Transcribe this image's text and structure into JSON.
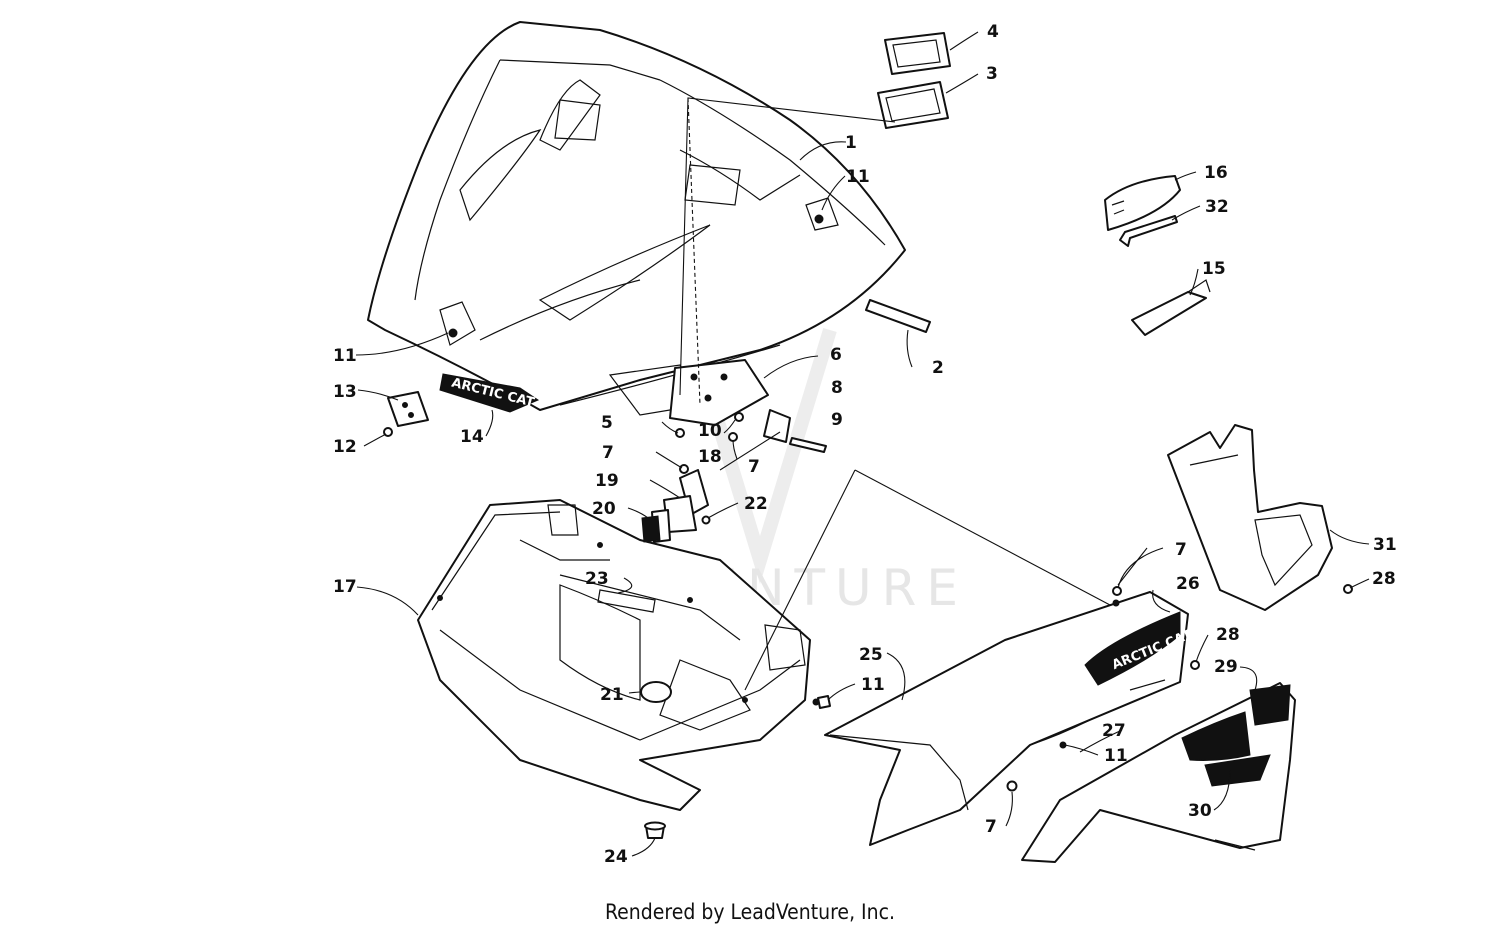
{
  "watermark": "LEADVENTURE",
  "footer": "Rendered by LeadVenture, Inc.",
  "decals": {
    "hood": "ARCTIC CAT",
    "side": "ARCTIC CAT"
  },
  "callouts": [
    "1",
    "2",
    "3",
    "4",
    "5",
    "6",
    "7",
    "7",
    "7",
    "7",
    "8",
    "9",
    "10",
    "11",
    "11",
    "11",
    "11",
    "12",
    "13",
    "14",
    "15",
    "16",
    "17",
    "18",
    "19",
    "20",
    "21",
    "22",
    "23",
    "24",
    "25",
    "26",
    "27",
    "28",
    "28",
    "29",
    "30",
    "31",
    "32"
  ]
}
